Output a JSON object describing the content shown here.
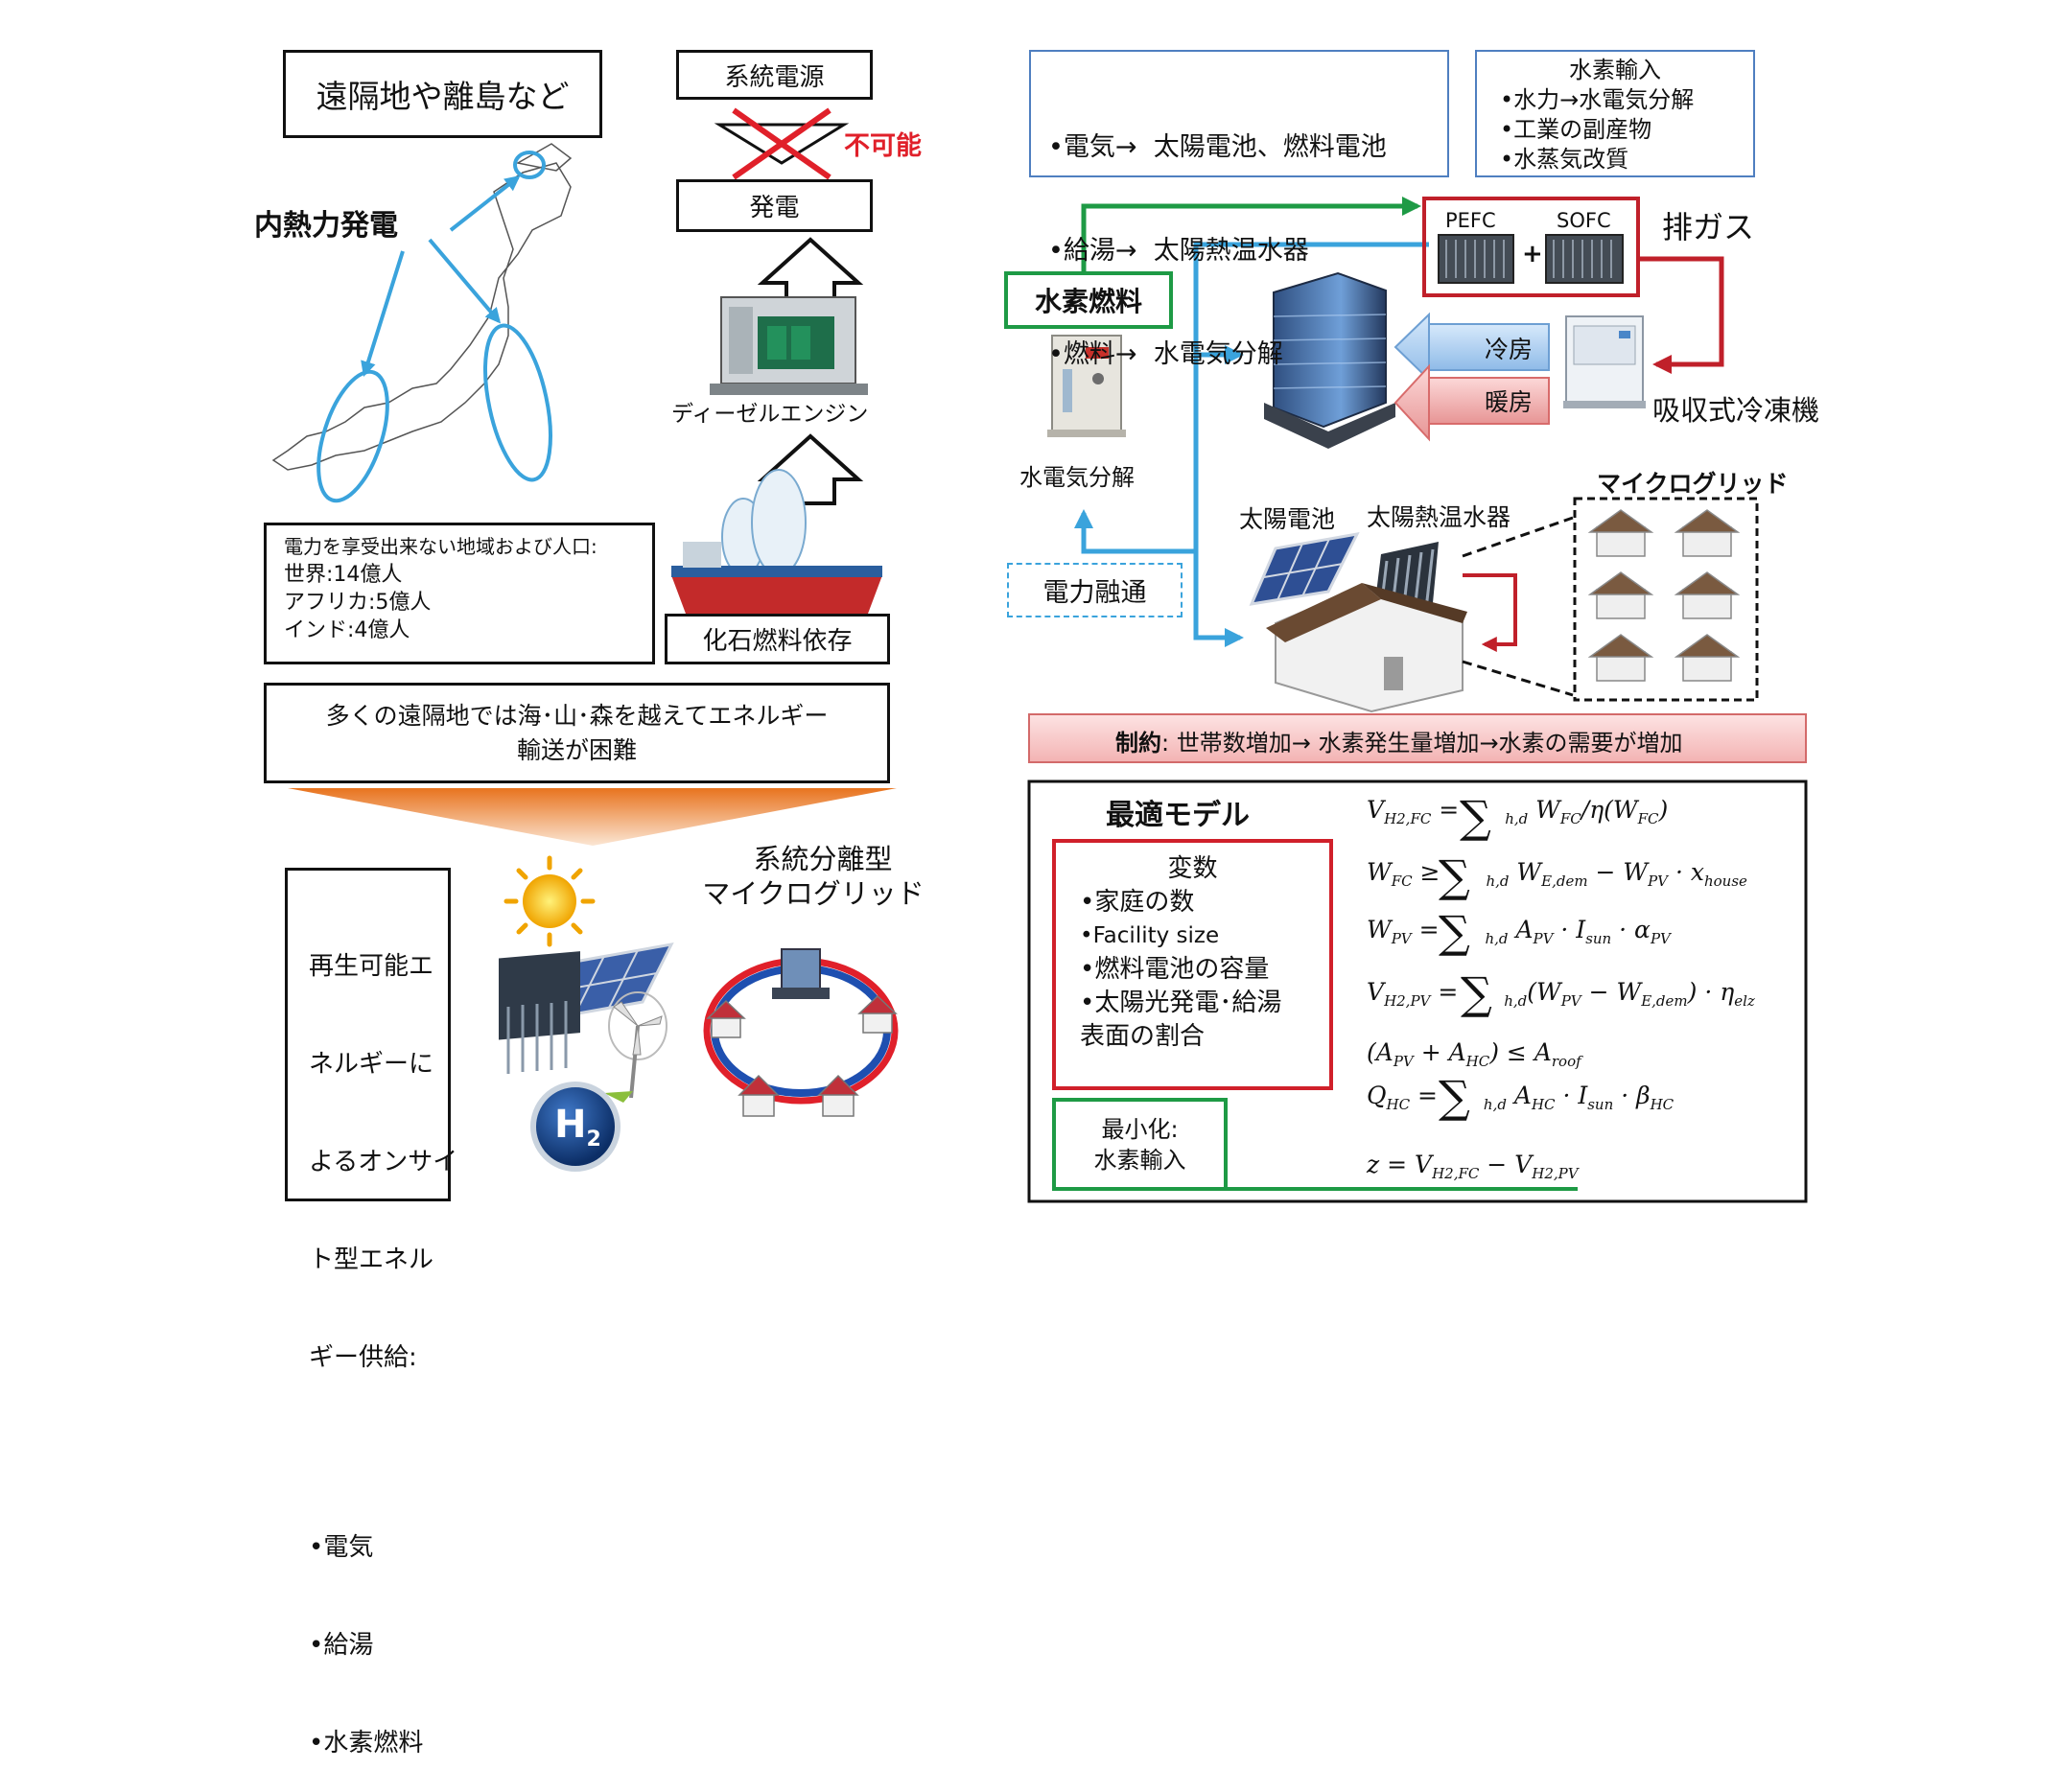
{
  "left": {
    "remote_title": "遠隔地や離島など",
    "diesel_gen_label": "内熱力発電",
    "grid_source": "系統電源",
    "impossible": "不可能",
    "power_gen": "発電",
    "diesel_engine": "ディーゼルエンジン",
    "stats_heading": "電力を享受出来ない地域および人口:",
    "stats_world": "世界:14億人",
    "stats_africa": "アフリカ:5億人",
    "stats_india": "インド:4億人",
    "fossil": "化石燃料依存",
    "transport_line1": "多くの遠隔地では海･山･森を越えてエネルギー",
    "transport_line2": "輸送が困難",
    "onsite_lines": [
      "再生可能エ",
      "ネルギーに",
      "よるオンサイ",
      "ト型エネル",
      "ギー供給:",
      "",
      "•電気",
      "•給湯",
      "•水素燃料"
    ],
    "microgrid_title_line1": "系統分離型",
    "microgrid_title_line2": "マイクログリッド",
    "h2_symbol": "H",
    "h2_sub": "2"
  },
  "right": {
    "supply_lines": [
      "•電気→  太陽電池、燃料電池",
      "•給湯→  太陽熱温水器",
      "•燃料→  水電気分解"
    ],
    "import_title": "水素輸入",
    "import_lines": [
      "•水力→水電気分解",
      "•工業の副産物",
      "•水蒸気改質"
    ],
    "pefc": "PEFC",
    "sofc": "SOFC",
    "plus": "+",
    "exhaust": "排ガス",
    "h2_fuel": "水素燃料",
    "cooling": "冷房",
    "heating": "暖房",
    "absorption_chiller": "吸収式冷凍機",
    "electrolysis": "水電気分解",
    "solar_cell": "太陽電池",
    "solar_water_heater": "太陽熱温水器",
    "microgrid": "マイクログリッド",
    "power_exchange": "電力融通",
    "constraint_bold": "制約",
    "constraint_text": ": 世帯数増加→ 水素発生量増加→水素の需要が増加",
    "model_title": "最適モデル",
    "variables_title": "変数",
    "variables_lines": [
      "•家庭の数",
      "•Facility size",
      "•燃料電池の容量",
      "•太陽光発電･給湯",
      "表面の割合"
    ],
    "minimize_line1": "最小化:",
    "minimize_line2": "水素輸入"
  },
  "colors": {
    "blue_arrow": "#3aa3dc",
    "green": "#1e9a45",
    "red": "#c0202a",
    "box_blue": "#4f7fc0",
    "orange": "#e8731e",
    "pink": "#f4b9b9"
  }
}
